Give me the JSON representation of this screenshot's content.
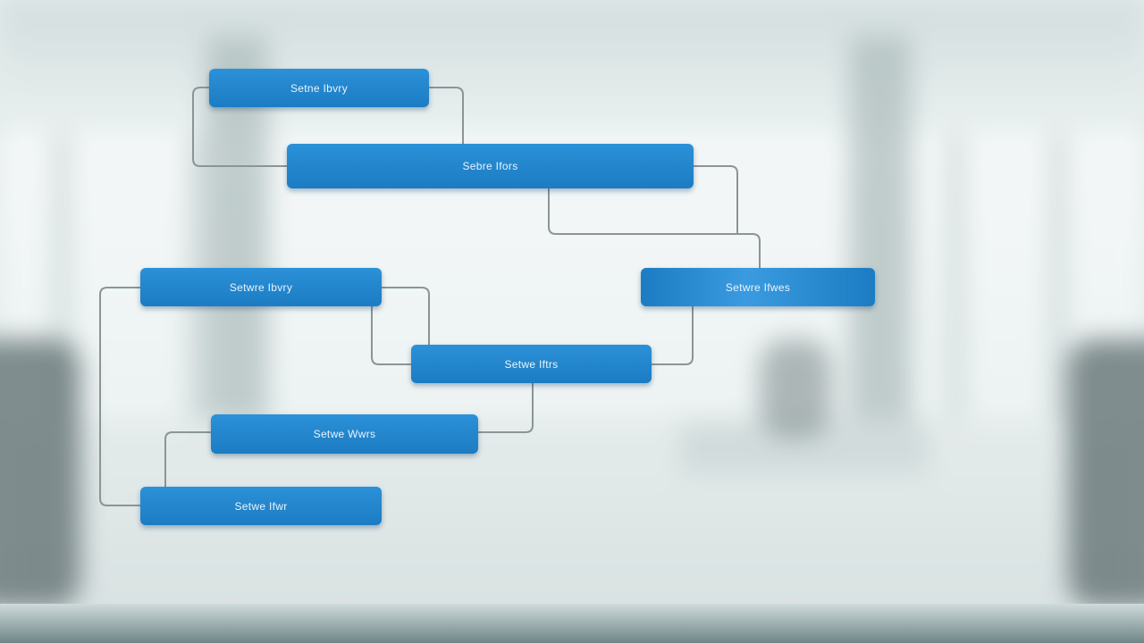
{
  "diagram": {
    "nodes": [
      {
        "id": "node-1",
        "label": "Se​tne Ibvry"
      },
      {
        "id": "node-2",
        "label": "Se​bre Ifors"
      },
      {
        "id": "node-3",
        "label": "Se​twre Ibvry"
      },
      {
        "id": "node-4",
        "label": "Se​twre Ifwes"
      },
      {
        "id": "node-5",
        "label": "Se​twe Iftrs"
      },
      {
        "id": "node-6",
        "label": "Se​twe Wwrs"
      },
      {
        "id": "node-7",
        "label": "Se​twe Ifwr"
      }
    ]
  },
  "colors": {
    "node_fill": "#1f82c9",
    "node_text": "#eaf4fb",
    "connector": "#8a9598",
    "background": "#dfe8e8"
  }
}
